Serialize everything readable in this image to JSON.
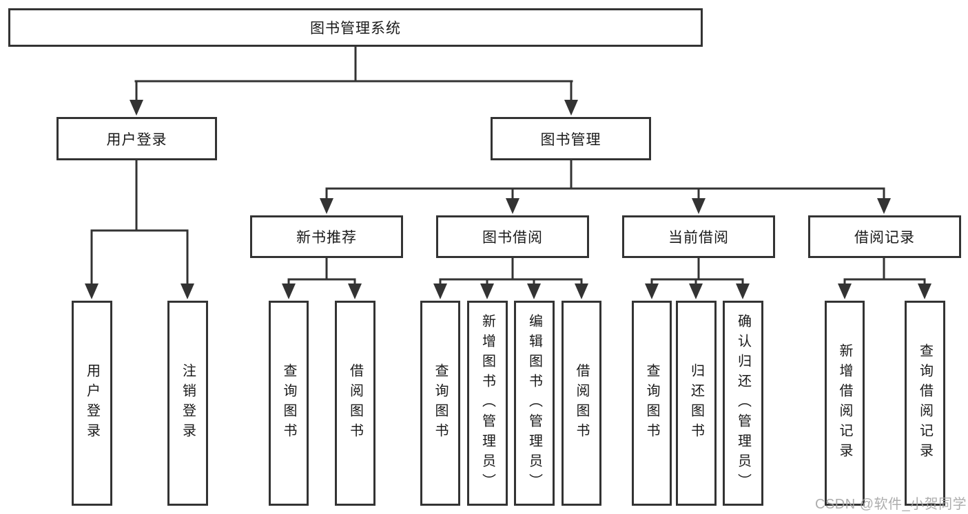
{
  "diagram": {
    "root": {
      "label": "图书管理系统"
    },
    "level2": [
      {
        "label": "用户登录"
      },
      {
        "label": "图书管理"
      }
    ],
    "level3": [
      {
        "label": "新书推荐"
      },
      {
        "label": "图书借阅"
      },
      {
        "label": "当前借阅"
      },
      {
        "label": "借阅记录"
      }
    ],
    "leaves": {
      "user_login": [
        {
          "label": "用户登录"
        },
        {
          "label": "注销登录"
        }
      ],
      "new_book": [
        {
          "label": "查询图书"
        },
        {
          "label": "借阅图书"
        }
      ],
      "book_borrow": [
        {
          "label": "查询图书"
        },
        {
          "label": "新增图书（管理员）"
        },
        {
          "label": "编辑图书（管理员）"
        },
        {
          "label": "借阅图书"
        }
      ],
      "current_borrow": [
        {
          "label": "查询图书"
        },
        {
          "label": "归还图书"
        },
        {
          "label": "确认归还（管理员）"
        }
      ],
      "borrow_records": [
        {
          "label": "新增借阅记录"
        },
        {
          "label": "查询借阅记录"
        }
      ]
    }
  },
  "watermark": {
    "text": "CSDN @软件_小贺同学"
  },
  "colors": {
    "line": "#333333",
    "text": "#1a1a1a",
    "watermark": "#a5a5a5",
    "background": "#ffffff"
  }
}
